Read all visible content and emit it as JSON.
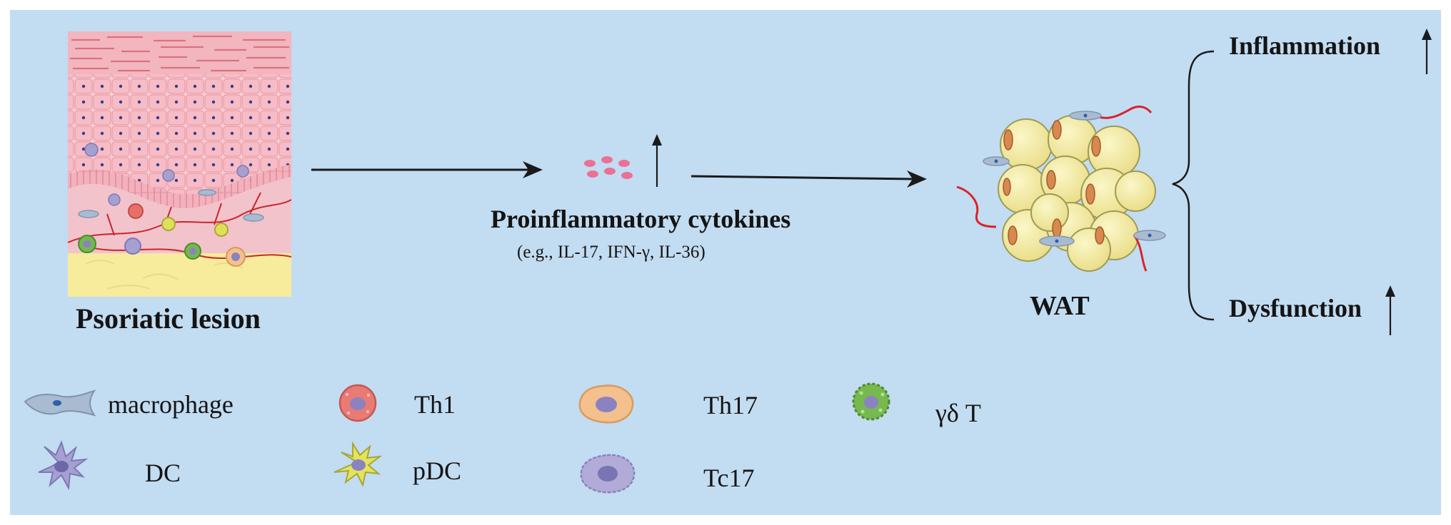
{
  "skin": {
    "label": "Psoriatic lesion"
  },
  "cytokines": {
    "label": "Proinflammatory cytokines",
    "examples": "(e.g., IL-17, IFN-γ, IL-36)"
  },
  "wat": {
    "label": "WAT"
  },
  "outcomes": {
    "inflammation": "Inflammation",
    "dysfunction": "Dysfunction"
  },
  "legend": [
    {
      "label": "macrophage",
      "icon": "macrophage-icon"
    },
    {
      "label": "Th1",
      "icon": "th1-cell-icon"
    },
    {
      "label": "Th17",
      "icon": "th17-cell-icon"
    },
    {
      "label": "γδ T",
      "icon": "gamma-delta-t-cell-icon"
    },
    {
      "label": "DC",
      "icon": "dendritic-cell-icon"
    },
    {
      "label": "pDC",
      "icon": "pdc-icon"
    },
    {
      "label": "Tc17",
      "icon": "tc17-cell-icon"
    }
  ],
  "colors": {
    "background": "#c2dcf1",
    "arrow": "#1a1a1a",
    "cytokine": "#ec6f94",
    "adipocyte": "#f6f0a6",
    "vessel": "#d8242a"
  }
}
